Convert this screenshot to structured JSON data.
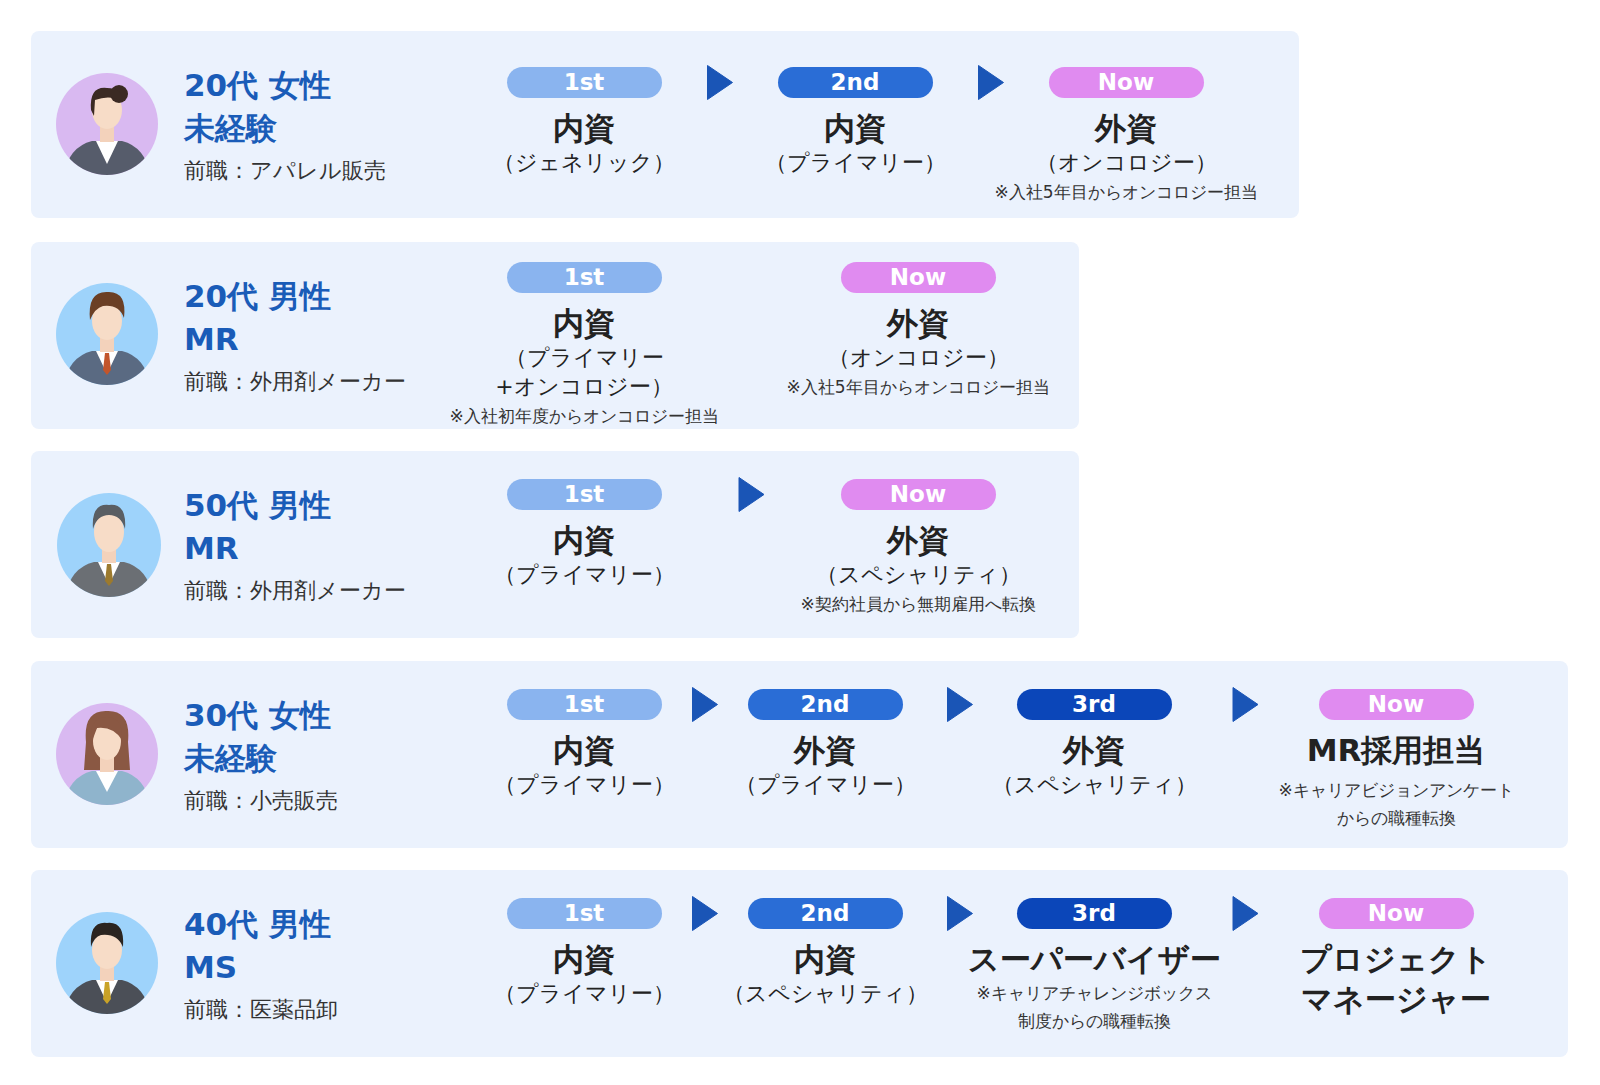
{
  "diagram": {
    "nodes": [
      {
        "text": [
          "20代 女性",
          "未経験",
          "前職：アパレル販売"
        ]
      },
      {
        "text": [
          "1st",
          "内資",
          "（ジェネリック）"
        ],
        "in": 0
      },
      {
        "text": [
          "2nd",
          "内資",
          "（プライマリー）"
        ],
        "in": 0
      },
      {
        "text": [
          "Now",
          "外資",
          "（オンコロジー）",
          "※入社5年目からオンコロジー担当"
        ],
        "in": 0
      },
      {
        "text": [
          "20代 男性",
          "MR",
          "前職：外用剤メーカー"
        ]
      },
      {
        "text": [
          "1st",
          "内資",
          "（プライマリー+オンコロジー）",
          "※入社初年度からオンコロジー担当"
        ],
        "in": 4
      },
      {
        "text": [
          "Now",
          "外資",
          "（オンコロジー）",
          "※入社5年目からオンコロジー担当"
        ],
        "in": 4
      },
      {
        "text": [
          "50代 男性",
          "MR",
          "前職：外用剤メーカー"
        ]
      },
      {
        "text": [
          "1st",
          "内資",
          "（プライマリー）"
        ],
        "in": 7
      },
      {
        "text": [
          "Now",
          "外資",
          "（スペシャリティ）",
          "※契約社員から無期雇用へ転換"
        ],
        "in": 7
      },
      {
        "text": [
          "30代 女性",
          "未経験",
          "前職：小売販売"
        ]
      },
      {
        "text": [
          "1st",
          "内資",
          "（プライマリー）"
        ],
        "in": 10
      },
      {
        "text": [
          "2nd",
          "外資",
          "（プライマリー）"
        ],
        "in": 10
      },
      {
        "text": [
          "3rd",
          "外資",
          "（スペシャリティ）"
        ],
        "in": 10
      },
      {
        "text": [
          "Now",
          "MR採用担当",
          "※キャリアビジョンアンケート からの職種転換"
        ],
        "in": 10
      },
      {
        "text": [
          "40代 男性",
          "MS",
          "前職：医薬品卸"
        ]
      },
      {
        "text": [
          "1st",
          "内資",
          "（プライマリー）"
        ],
        "in": 15
      },
      {
        "text": [
          "2nd",
          "内資",
          "（スペシャリティ）"
        ],
        "in": 15
      },
      {
        "text": [
          "3rd",
          "スーパーバイザー",
          "※キャリアチャレンジボックス 制度からの職種転換"
        ],
        "in": 15
      },
      {
        "text": [
          "Now",
          "プロジェクト マネージャー"
        ],
        "in": 15
      }
    ],
    "edges": [
      {
        "from": 1,
        "to": 2,
        "arrow": "to"
      },
      {
        "from": 2,
        "to": 3,
        "arrow": "to"
      },
      {
        "from": 8,
        "to": 9,
        "arrow": "to"
      },
      {
        "from": 11,
        "to": 12,
        "arrow": "to"
      },
      {
        "from": 12,
        "to": 13,
        "arrow": "to"
      },
      {
        "from": 13,
        "to": 14,
        "arrow": "to"
      },
      {
        "from": 16,
        "to": 17,
        "arrow": "to"
      },
      {
        "from": 17,
        "to": 18,
        "arrow": "to"
      },
      {
        "from": 18,
        "to": 19,
        "arrow": "to"
      }
    ]
  }
}
